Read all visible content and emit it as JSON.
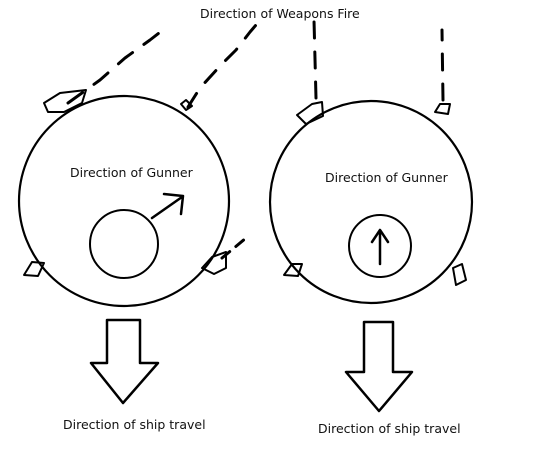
{
  "title": "Direction of Weapons Fire",
  "panels": [
    {
      "gunner_label": "Direction of Gunner",
      "travel_label": "Direction of ship travel"
    },
    {
      "gunner_label": "Direction of Gunner",
      "travel_label": "Direction of ship travel"
    }
  ]
}
